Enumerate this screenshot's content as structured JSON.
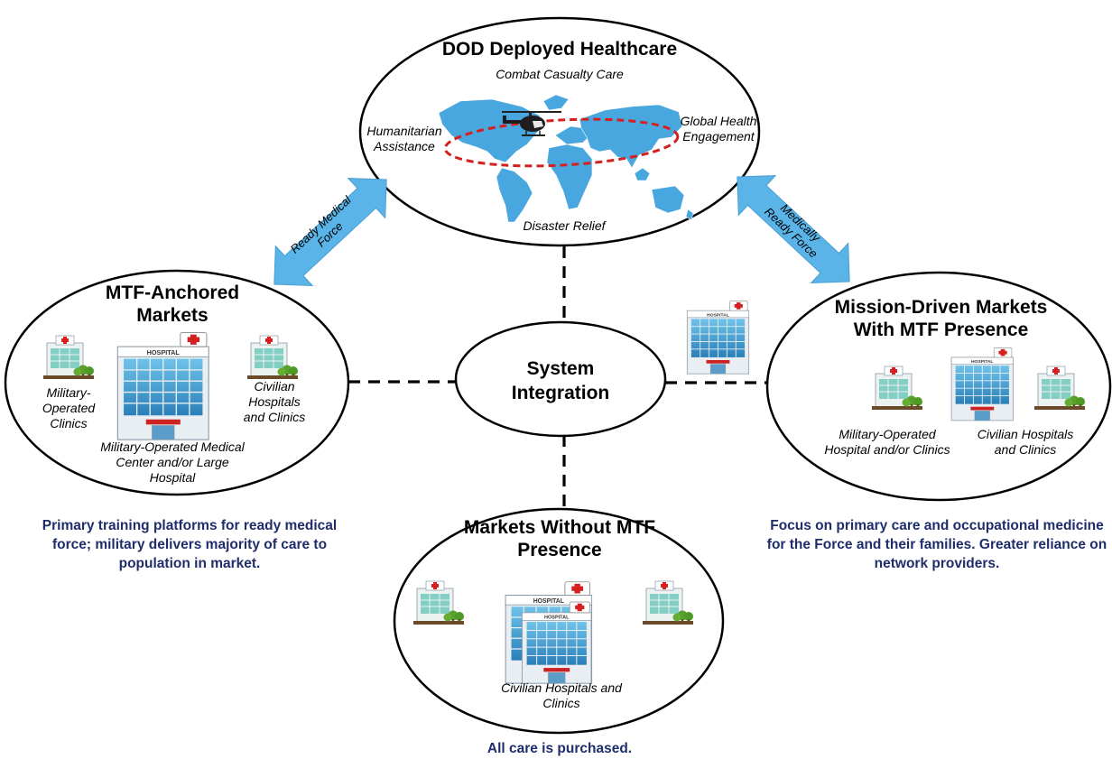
{
  "top": {
    "title": "DOD Deployed Healthcare",
    "combat": "Combat Casualty Care",
    "humanitarian": "Humanitarian Assistance",
    "global": "Global Health Engagement",
    "disaster": "Disaster Relief"
  },
  "left": {
    "title": "MTF-Anchored Markets",
    "military_clinics": "Military- Operated Clinics",
    "civilian": "Civilian Hospitals and Clinics",
    "medical_center": "Military-Operated Medical Center and/or Large Hospital",
    "caption": "Primary training platforms for ready medical force; military delivers majority of care to population in market."
  },
  "center": {
    "title": "System Integration"
  },
  "right": {
    "title": "Mission-Driven Markets With MTF Presence",
    "military": "Military-Operated Hospital and/or Clinics",
    "civilian": "Civilian Hospitals and Clinics",
    "caption": "Focus on primary care and occupational medicine for the Force and their families. Greater reliance on network providers."
  },
  "bottom": {
    "title": "Markets Without MTF Presence",
    "civilian": "Civilian Hospitals and Clinics",
    "caption": "All care is purchased."
  },
  "arrows": {
    "left": "Ready Medical Force",
    "right": "Medically Ready Force"
  },
  "icons": {
    "hospital_sign": "HOSPITAL"
  },
  "colors": {
    "arrow": "#5ab4e8",
    "caption": "#1f2d6b",
    "map": "#49a7e0",
    "route": "#d42020",
    "cross": "#d42020"
  }
}
